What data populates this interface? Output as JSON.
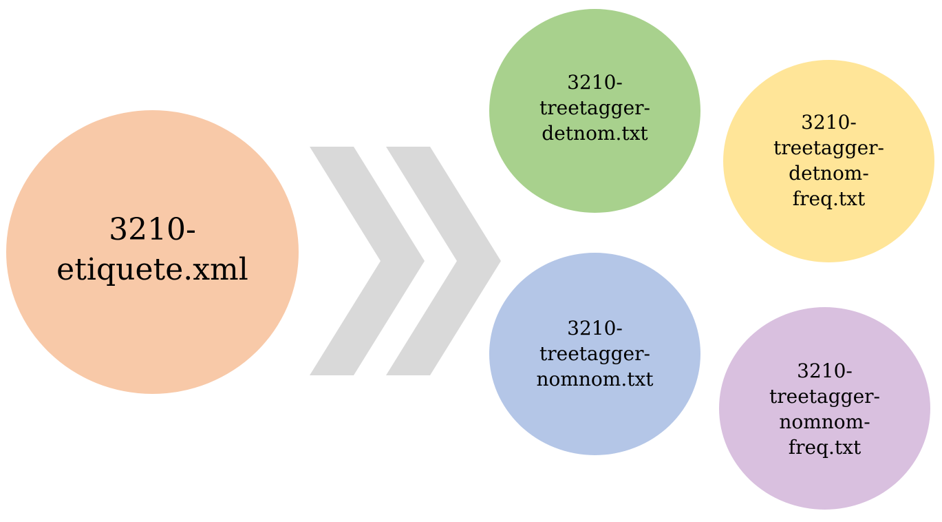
{
  "source": {
    "lines": [
      "3210-",
      "etiquete.xml"
    ],
    "color": "#F8C9A8"
  },
  "outputs": [
    {
      "id": "detnom",
      "lines": [
        "3210-",
        "treetagger-",
        "detnom.txt"
      ],
      "color": "#A8D18D"
    },
    {
      "id": "detnom-freq",
      "lines": [
        "3210-",
        "treetagger-",
        "detnom-",
        "freq.txt"
      ],
      "color": "#FFE598"
    },
    {
      "id": "nomnom",
      "lines": [
        "3210-",
        "treetagger-",
        "nomnom.txt"
      ],
      "color": "#B4C6E7"
    },
    {
      "id": "nomnom-freq",
      "lines": [
        "3210-",
        "treetagger-",
        "nomnom-",
        "freq.txt"
      ],
      "color": "#D9C0DF"
    }
  ],
  "arrow_color": "#D9D9D9"
}
